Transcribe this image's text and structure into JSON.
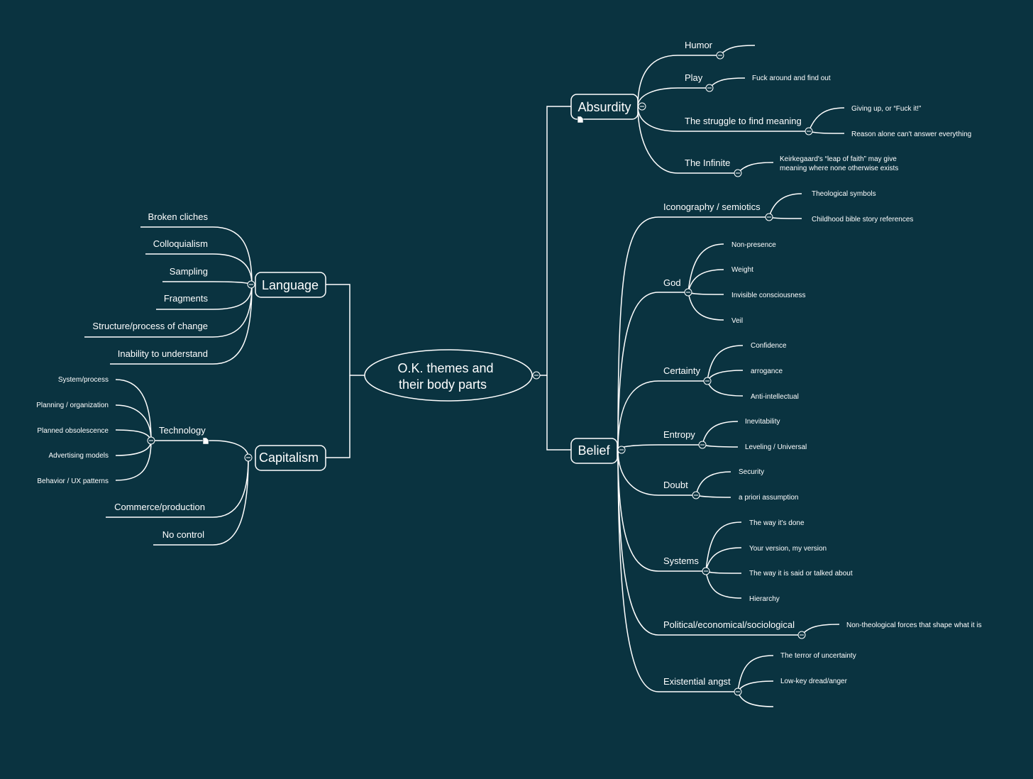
{
  "central": {
    "line1": "O.K. themes and",
    "line2": "their body parts"
  },
  "absurdity": {
    "label": "Absurdity",
    "humor": "Humor",
    "play": "Play",
    "play_1": "Fuck around and find out",
    "struggle": "The struggle to find meaning",
    "struggle_1": "Giving up, or “Fuck it!”",
    "struggle_2": "Reason alone can't answer everything",
    "infinite": "The Infinite",
    "infinite_1a": "Keirkegaard's “leap of faith” may give",
    "infinite_1b": "meaning where none otherwise exists"
  },
  "belief": {
    "label": "Belief",
    "iconography": "Iconography / semiotics",
    "iconography_1": "Theological symbols",
    "iconography_2": "Childhood bible story references",
    "god": "God",
    "god_1": "Non-presence",
    "god_2": "Weight",
    "god_3": "Invisible consciousness",
    "god_4": "Veil",
    "certainty": "Certainty",
    "certainty_1": "Confidence",
    "certainty_2": "arrogance",
    "certainty_3": "Anti-intellectual",
    "entropy": "Entropy",
    "entropy_1": "Inevitability",
    "entropy_2": "Leveling / Universal",
    "doubt": "Doubt",
    "doubt_1": "Security",
    "doubt_2": "a priori assumption",
    "systems": "Systems",
    "systems_1": "The way it's done",
    "systems_2": "Your version, my version",
    "systems_3": "The way it is said or talked about",
    "systems_4": "Hierarchy",
    "political": "Political/economical/sociological",
    "political_1": "Non-theological forces that shape what it is",
    "angst": "Existential angst",
    "angst_1": "The terror of uncertainty",
    "angst_2": "Low-key dread/anger"
  },
  "language": {
    "label": "Language",
    "items": [
      "Broken cliches",
      "Colloquialism",
      "Sampling",
      "Fragments",
      "Structure/process of change",
      "Inability to understand"
    ]
  },
  "capitalism": {
    "label": "Capitalism",
    "technology": "Technology",
    "tech_items": [
      "System/process",
      "Planning / organization",
      "Planned obsolescence",
      "Advertising models",
      "Behavior / UX patterns"
    ],
    "commerce": "Commerce/production",
    "nocontrol": "No control"
  },
  "colors": {
    "background": "#0a3340",
    "line": "#ffffff"
  }
}
